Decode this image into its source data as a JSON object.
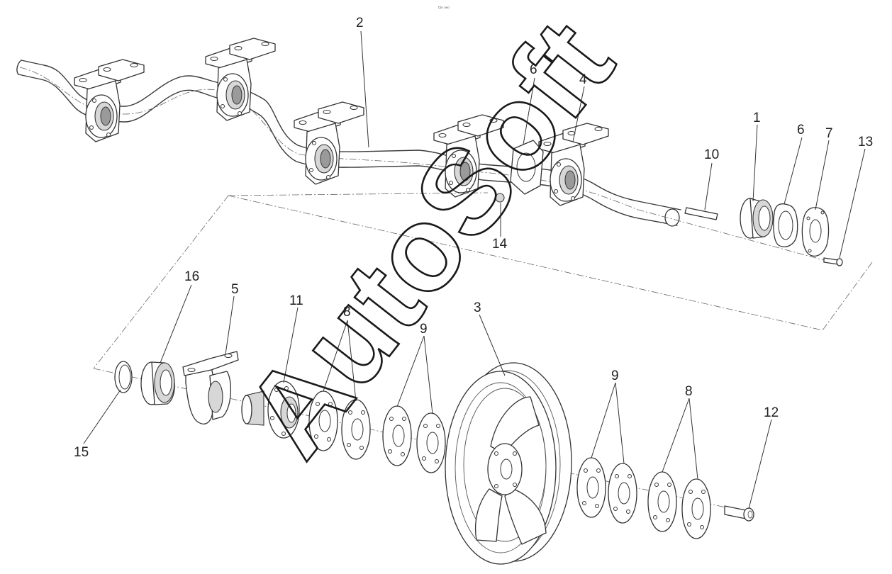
{
  "header": {
    "tiny_mark": "▫₀ ₀₀₀"
  },
  "watermark": "AutoSoft",
  "callouts": {
    "c1": "1",
    "c2": "2",
    "c3": "3",
    "c4": "4",
    "c5": "5",
    "c6a": "6",
    "c6b": "6",
    "c7": "7",
    "c8a": "8",
    "c8b": "8",
    "c9a": "9",
    "c9b": "9",
    "c10": "10",
    "c11": "11",
    "c12": "12",
    "c13": "13",
    "c14": "14",
    "c15": "15",
    "c16": "16"
  },
  "colors": {
    "line": "#333333",
    "background": "#ffffff",
    "shade": "#d7d7d7"
  }
}
